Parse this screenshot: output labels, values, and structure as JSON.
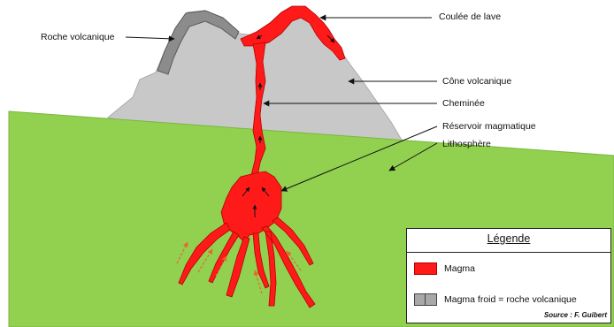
{
  "colors": {
    "ground": "#92d050",
    "cone": "#c8c8c8",
    "cold_rock": "#8c8c8c",
    "magma": "#ff1a1a",
    "flow_arrow": "#e8662e",
    "line": "#111111"
  },
  "labels": {
    "roche_volcanique": "Roche volcanique",
    "coulee_de_lave": "Coulée de lave",
    "cone_volcanique": "Cône volcanique",
    "cheminee": "Cheminée",
    "reservoir_magmatique": "Réservoir magmatique",
    "lithosphere": "Lithosphère"
  },
  "legend": {
    "title": "Légende",
    "items": [
      {
        "label": "Magma",
        "swatch": "magma"
      },
      {
        "label": "Magma froid = roche volcanique",
        "swatch": "cold-rock"
      }
    ],
    "source": "Source : F. Guibert"
  }
}
